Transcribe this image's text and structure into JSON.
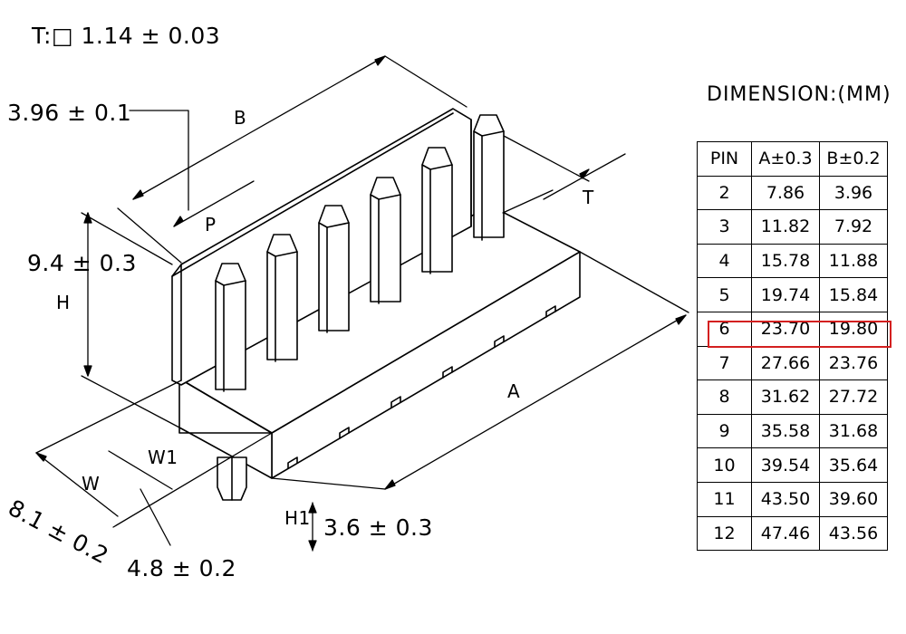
{
  "drawing": {
    "thickness_label": "T:□ 1.14 ± 0.03",
    "pitch_tol_label": "3.96 ± 0.1",
    "height_tol_label": "9.4 ± 0.3",
    "width_tol_label": "8.1 ± 0.2",
    "w1_tol_label": "4.8 ± 0.2",
    "h1_tol_label": "3.6 ± 0.3",
    "letters": {
      "b": "B",
      "p": "P",
      "h": "H",
      "w": "W",
      "w1": "W1",
      "a": "A",
      "t": "T",
      "h1": "H1"
    }
  },
  "table": {
    "title": "DIMENSION:(MM)",
    "headers": [
      "PIN",
      "A±0.3",
      "B±0.2"
    ],
    "rows": [
      [
        "2",
        "7.86",
        "3.96"
      ],
      [
        "3",
        "11.82",
        "7.92"
      ],
      [
        "4",
        "15.78",
        "11.88"
      ],
      [
        "5",
        "19.74",
        "15.84"
      ],
      [
        "6",
        "23.70",
        "19.80"
      ],
      [
        "7",
        "27.66",
        "23.76"
      ],
      [
        "8",
        "31.62",
        "27.72"
      ],
      [
        "9",
        "35.58",
        "31.68"
      ],
      [
        "10",
        "39.54",
        "35.64"
      ],
      [
        "11",
        "43.50",
        "39.60"
      ],
      [
        "12",
        "47.46",
        "43.56"
      ]
    ],
    "highlight_row_pin": "6",
    "highlight_color": "#d42020"
  }
}
